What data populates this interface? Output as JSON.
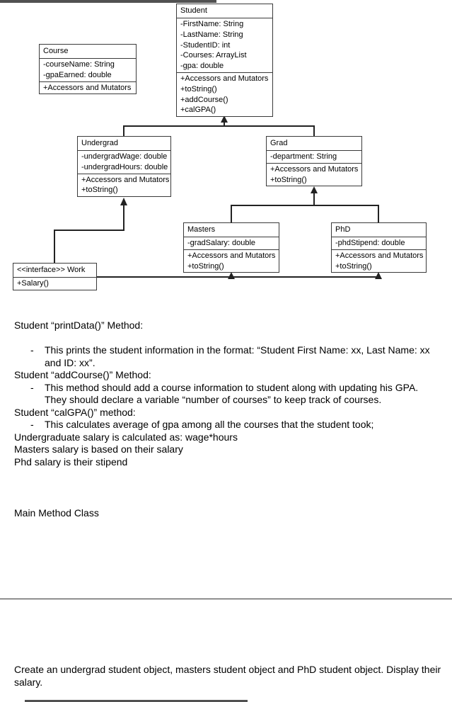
{
  "diagram": {
    "classes": [
      {
        "id": "student",
        "title": "Student",
        "attributes": [
          "-FirstName: String",
          "-LastName: String",
          "-StudentID: int",
          "-Courses: ArrayList",
          "-gpa: double"
        ],
        "methods": [
          "+Accessors and Mutators",
          "+toString()",
          "+addCourse()",
          "+calGPA()"
        ]
      },
      {
        "id": "course",
        "title": "Course",
        "attributes": [
          "-courseName: String",
          "-gpaEarned: double"
        ],
        "methods": [
          "+Accessors and Mutators"
        ]
      },
      {
        "id": "undergrad",
        "title": "Undergrad",
        "attributes": [
          "-undergradWage: double",
          "-undergradHours: double"
        ],
        "methods": [
          "+Accessors and Mutators",
          "+toString()"
        ]
      },
      {
        "id": "grad",
        "title": "Grad",
        "attributes": [
          "-department: String"
        ],
        "methods": [
          "+Accessors and Mutators",
          "+toString()"
        ]
      },
      {
        "id": "masters",
        "title": "Masters",
        "attributes": [
          "-gradSalary: double"
        ],
        "methods": [
          "+Accessors and Mutators",
          "+toString()"
        ]
      },
      {
        "id": "phd",
        "title": "PhD",
        "attributes": [
          "-phdStipend: double"
        ],
        "methods": [
          "+Accessors and Mutators",
          "+toString()"
        ]
      },
      {
        "id": "work",
        "title": "<<interface>> Work",
        "attributes": [],
        "methods": [
          "+Salary()"
        ]
      }
    ],
    "relations": [
      {
        "from": "Undergrad",
        "to": "Student",
        "type": "inheritance"
      },
      {
        "from": "Grad",
        "to": "Student",
        "type": "inheritance"
      },
      {
        "from": "Masters",
        "to": "Grad",
        "type": "inheritance"
      },
      {
        "from": "PhD",
        "to": "Grad",
        "type": "inheritance"
      },
      {
        "from": "Work",
        "to": "Undergrad",
        "type": "realization"
      },
      {
        "from": "Work",
        "to": "Masters",
        "type": "realization"
      },
      {
        "from": "Work",
        "to": "PhD",
        "type": "realization"
      }
    ],
    "line_color": "#222222",
    "border_color": "#3a3a3a"
  },
  "notes": {
    "bullet_char": "-",
    "blocks": [
      {
        "type": "heading",
        "text": "Student “printData()” Method:"
      },
      {
        "type": "bullet",
        "spaced": true,
        "text": "This prints the student information in the format: “Student First Name: xx, Last Name: xx and ID: xx”."
      },
      {
        "type": "heading",
        "text": "Student “addCourse()” Method:"
      },
      {
        "type": "bullet",
        "text": "This method should add a course information to student along with updating his GPA. They should declare a variable “number of courses” to keep track of courses."
      },
      {
        "type": "heading",
        "text": "Student “calGPA()” method:"
      },
      {
        "type": "bullet",
        "text": "This calculates average of gpa among all the courses that the student took;"
      },
      {
        "type": "plain",
        "text": "Undergraduate salary is calculated as: wage*hours"
      },
      {
        "type": "plain",
        "text": "Masters salary is based on their salary"
      },
      {
        "type": "plain",
        "text": "Phd salary is their stipend"
      }
    ],
    "main_heading": "Main Method Class",
    "footer_text": "Create an undergrad student object, masters student object and PhD student object. Display their salary."
  }
}
